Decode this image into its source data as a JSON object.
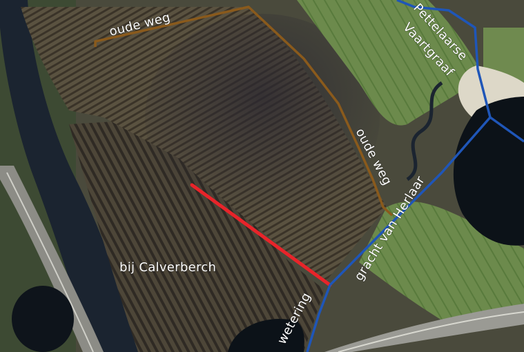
{
  "labels": {
    "oude_weg_top": "oude weg",
    "oude_weg_right": "oude weg",
    "pettelaarse_line1": "Pettelaarse",
    "pettelaarse_line2": "Vaartgraaf",
    "gracht": "gracht van Herlaar",
    "calverberch": "bij Calverberch",
    "wetering": "wetering"
  },
  "colors": {
    "oude_weg": "#8a5a1c",
    "wetering": "#e8242a",
    "waterway": "#1f56b8",
    "water": "#10151c",
    "field_dark": "#3f3a35",
    "field_green": "#6f8a4f"
  }
}
